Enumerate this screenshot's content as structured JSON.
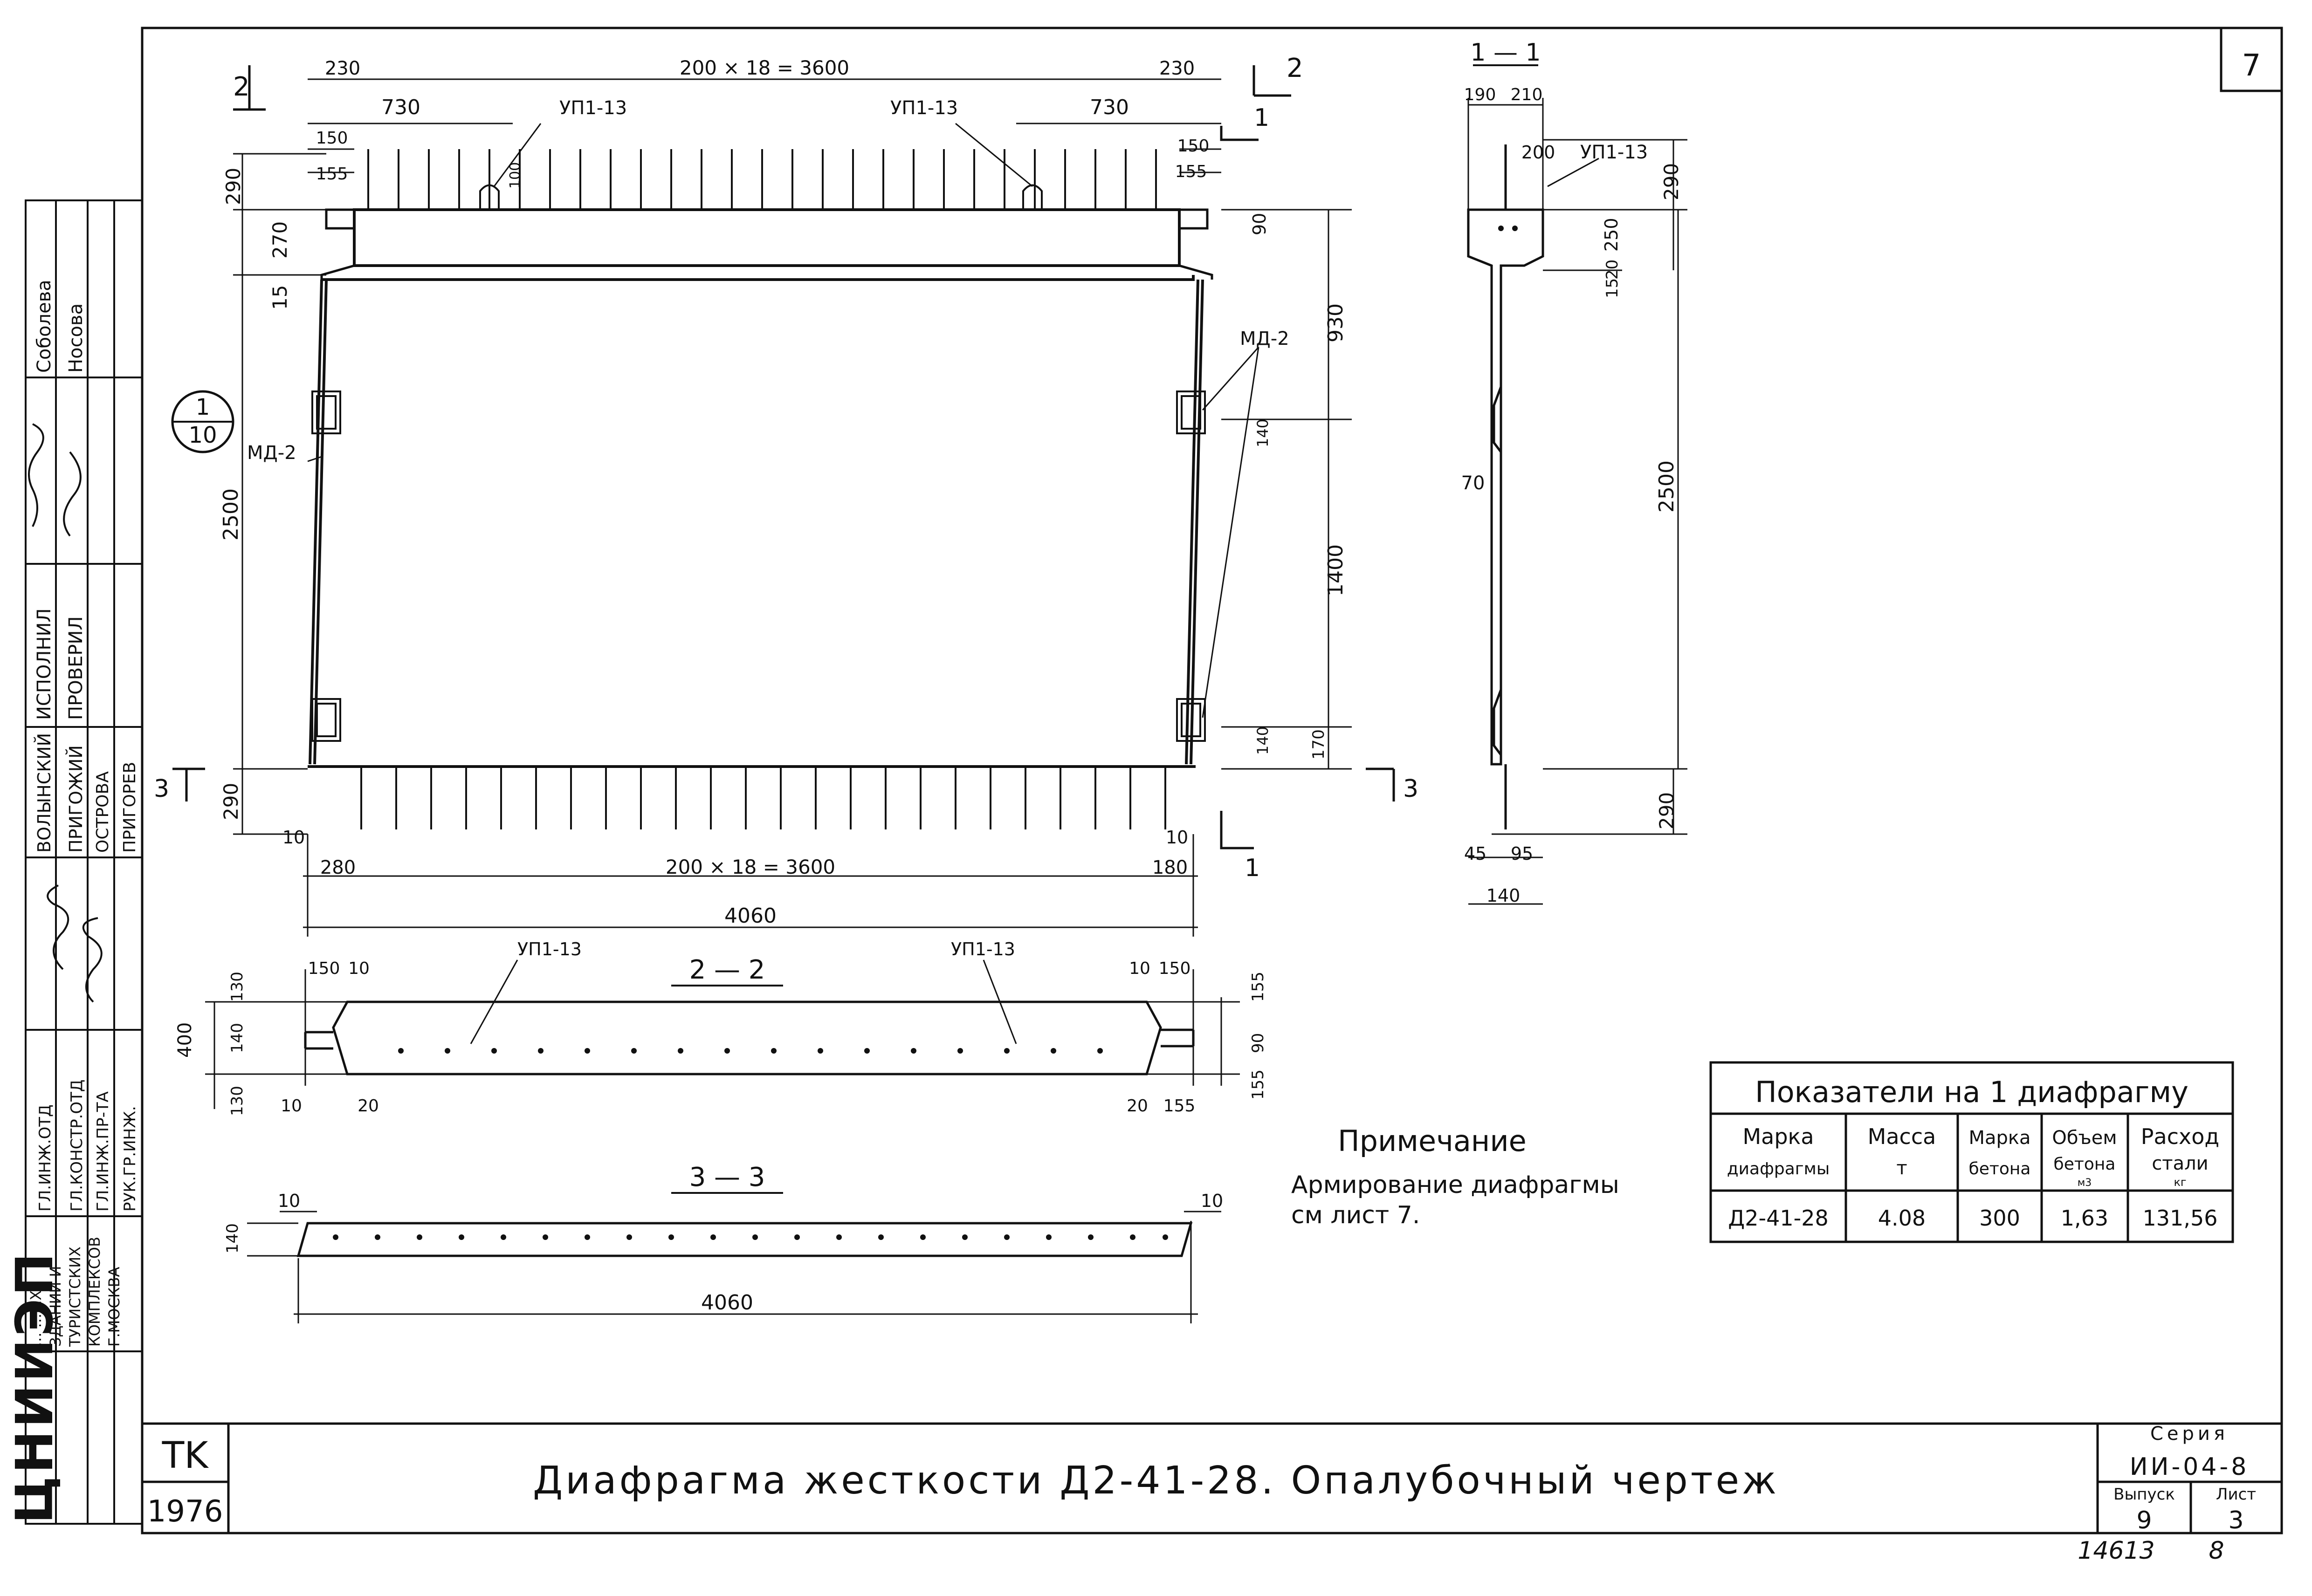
{
  "sheet_number": "7",
  "corner_code": "TK",
  "year": "1976",
  "title": "Диафрагма жесткости Д2-41-28. Опалубочный чертеж",
  "stamp": {
    "series_label": "Серия",
    "series_value": "ИИ-04-8",
    "issue_label": "Выпуск",
    "sheet_label": "Лист",
    "issue_value": "9",
    "sheet_value": "3"
  },
  "archive_no": "14613",
  "archive_no_2": "8",
  "org": {
    "logo": "ЦНИИЭП",
    "line1": "... ...ЫХ",
    "line2": "ЗДАНИЙ И",
    "line3": "ТУРИСТСКИХ",
    "line4": "КОМПЛЕКСОВ",
    "line5": "Г.МОСКВА"
  },
  "signatures": [
    {
      "role": "ИСПОЛНИЛ",
      "name": "ВОЛЫНСКИЙ",
      "name2": "Соболева"
    },
    {
      "role": "ПРОВЕРИЛ",
      "name": "ПРИГОЖИЙ",
      "name2": "Носова"
    },
    {
      "role": "ГЛ.ИНЖ.ОТД",
      "name": "ПРИГОРЕВ"
    },
    {
      "role": "ГЛ.КОНСТР.ОТД",
      "name": "ОСТРОВА"
    },
    {
      "role": "ГЛ.ИНЖ.ПР-ТА"
    },
    {
      "role": "РУК.ГР.ИНЖ."
    }
  ],
  "section_marks": {
    "s1": "1",
    "s2": "2",
    "s3": "3",
    "section_1_1": "1 — 1",
    "section_2_2": "2 — 2",
    "section_3_3": "3 — 3",
    "node_top": "1",
    "node_bottom": "10"
  },
  "labels": {
    "up": "УП1-13",
    "md": "МД-2"
  },
  "dims_elev": {
    "top_total": "200 × 18 = 3600",
    "d230": "230",
    "d730": "730",
    "d150": "150",
    "d155": "155",
    "d100": "100",
    "d290": "290",
    "d270": "270",
    "d15": "15",
    "d2500": "2500",
    "d90": "90",
    "d930": "930",
    "d140": "140",
    "d1400": "1400",
    "d170": "170",
    "d10": "10",
    "d280": "280",
    "d180": "180",
    "bottom_total": "200 × 18 = 3600",
    "d4060": "4060"
  },
  "dims_sec11": {
    "d190": "190",
    "d210": "210",
    "d200": "200",
    "d290": "290",
    "d250": "250",
    "d20": "20",
    "d15": "15",
    "d70": "70",
    "d2500": "2500",
    "d45": "45",
    "d95": "95",
    "d140": "140"
  },
  "dims_sec22": {
    "d150": "150",
    "d10": "10",
    "d130": "130",
    "d400": "400",
    "d140": "140",
    "d20": "20",
    "d155": "155",
    "d90": "90"
  },
  "dims_sec33": {
    "d10": "10",
    "d140": "140",
    "d4060": "4060"
  },
  "note": {
    "title": "Примечание",
    "line1": "Армирование диафрагмы",
    "line2": "см лист 7."
  },
  "table": {
    "title": "Показатели на 1 диафрагму",
    "headers": [
      {
        "l1": "Марка",
        "l2": "диафрагмы",
        "l3": ""
      },
      {
        "l1": "Масса",
        "l2": "т",
        "l3": ""
      },
      {
        "l1": "Марка",
        "l2": "бетона",
        "l3": ""
      },
      {
        "l1": "Объем",
        "l2": "бетона",
        "l3": "м3"
      },
      {
        "l1": "Расход",
        "l2": "стали",
        "l3": "кг"
      }
    ],
    "row": [
      "Д2-41-28",
      "4.08",
      "300",
      "1,63",
      "131,56"
    ]
  }
}
